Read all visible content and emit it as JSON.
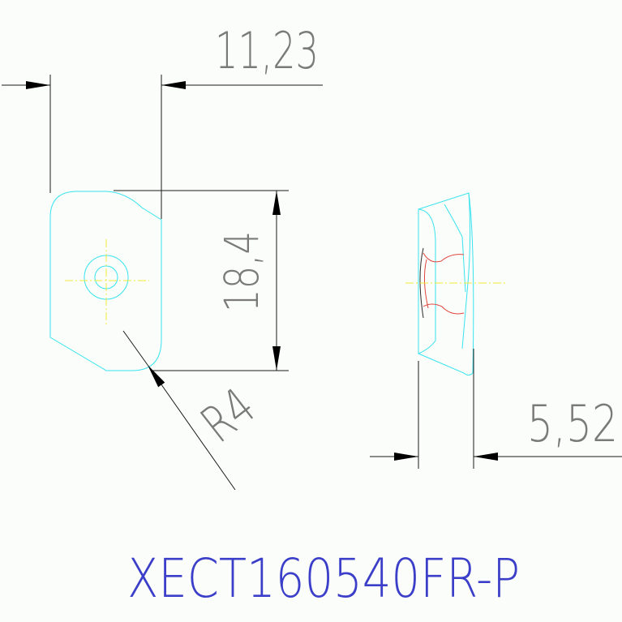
{
  "dimensions": {
    "width_top": "11,23",
    "height_side": "18,4",
    "radius": "R4",
    "thickness": "5,52"
  },
  "part_code": "XECT160540FR-P",
  "colors": {
    "background": "#fbfdfa",
    "dimension_line": "#1a1a1a",
    "dimension_text": "#7a7a7a",
    "outline": "#37e3ef",
    "centerline": "#f2ea3a",
    "edge_detail": "#e0443c",
    "title": "#3b3ec8"
  }
}
